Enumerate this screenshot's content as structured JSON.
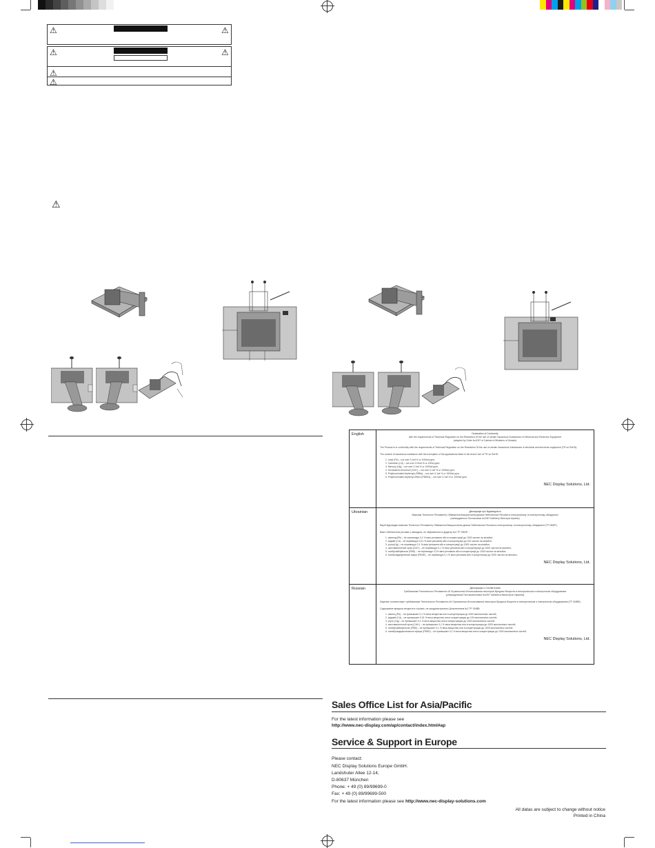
{
  "declaration": [
    {
      "language": "English",
      "title": "Declaration of Conformity",
      "subtitle": "with the requirements of Technical Regulation on the Restriction Of the use of certain Hazardous Substances in Electrical and Electronic Equipment",
      "subtitle2": "(adopted by Order №1057 of Cabinet of Ministers of Ukraine)",
      "para1": "The Product is in conformity with the requirements of Technical Regulation on the Restriction Of the use of certain Hazardous Substances in electrical and electronic equipment (TR on RoHS).",
      "para2": "The content of hazardous substance with the exemption of the applications listed in the Annex №2 of TR on RoHS:",
      "items": [
        "1.  Lead (Pb) – not over 0.1wt % or 1000wt ppm;",
        "2.  Cadmium (Cd) – not over 0.01wt % or 100wt ppm;",
        "3.  Mercury (Hg) – not over 0.1wt % or 1000wt ppm;",
        "4.  Hexavalent chromium (Cr6+) – not over 0.1wt % or 1000wt ppm;",
        "5.  Polybrominated biphenyls (PBBs) – not over 0.1wt % or 1000wt ppm;",
        "6.  Polybrominated diphenyl ethers (PBDEs) – not over 0.1wt % or 1000wt ppm."
      ],
      "signature": "NEC Display Solutions, Ltd."
    },
    {
      "language": "Ukrainian",
      "title": "Декларація про Відповідність",
      "subtitle": "Вимогам Технічного Регламенту Обмеження Використання деяких Небезпечних Речовин в електричному та електронному обладнанні",
      "subtitle2": "(затвердженого Постановою №1057 Кабінету Міністрів України)",
      "para1": "Виріб відповідає вимогам Технічного Регламенту Обмеження Використання деяких Небезпечних Речовин в електричному та електронному обладнанні (ТР ОВНР).",
      "para2": "Вміст небезпечних речовин у випадках, не обумовлених в Додатку №2 ТР ОВНР, :",
      "items": [
        "1. свинець(Pb) – не перевищує 0,1 % ваги речовини або в концентрації до 1000 частин на мільйон;",
        "2. кадмій (Cd) – не перевищує 0,01 % ваги речовини або в концентрації до 100 частин на мільйон;",
        "3. ртуть(Hg) – не перевищує 0,1 % ваги речовини або в концентрації до 1000 частин на мільйон;",
        "4. шестивалентний хром (Cr6+) – не перевищує 0,1 % ваги речовини або в концентрації до 1000 частин на мільйон;",
        "5. полібромбіфеноли (PBB) – не перевищує 0,1% ваги речовини або в концентрації до 1000 частин на мільйон;",
        "6. полібромдифенілові ефіри (PBDE) – не перевищує 0,1 % ваги речовини або в концентрації до 1000 частин на мільйон."
      ],
      "signature": "NEC Display Solutions, Ltd."
    },
    {
      "language": "Russian",
      "title": "Декларация о Соответствии",
      "subtitle": "Требованиям Технического Регламента об Ограничении Использования некоторых Вредных Веществ в электрическом и электронном оборудовании",
      "subtitle2": "(утвержденным Постановлением №1057 Кабинета Министров Украины)",
      "para1": "Изделие соответствует требованиям Технического Регламента об Ограничении Использования некоторых Вредных Веществ в электрическом и электронном оборудовании (ТР ОИВВ).",
      "para2": "Содержание вредных веществ в случаях, не предусмотренных Дополнением №2 ТР ОИВВ:",
      "items": [
        "1. свинец (Pb) – не превышает 0,1 % веса вещества или в концентрации до 1000 миллионных частей;",
        "2. кадмий (Cd) – не превышает 0,01 % веса вещества или в концентрации до 100 миллионных частей;",
        "3. ртуть (Hg) – не превышает 0,1 % веса вещества или в концентрации до 1000 миллионных частей;",
        "4. шестивалентный хром (Cr6+) – не превышает 0,1 % веса вещества или в концентрации до 1000 миллионных частей;",
        "5. полибромбифенолы (PBB) – не превышает 0,1 % веса вещества или в концентрации до 1000 миллионных частей;",
        "6. полибромдифенильные эфиры (PBDE) – не превышает 0,1 % веса вещества или в концентрации до 1000 миллионных частей."
      ],
      "signature": "NEC Display Solutions, Ltd."
    }
  ],
  "sales": {
    "heading": "Sales Office List for Asia/Pacific",
    "line1": "For the latest information please see",
    "url": "http://www.nec-display.com/ap/contact/index.html#ap"
  },
  "support": {
    "heading": "Service & Support in Europe",
    "contact_label": "Please contact:",
    "company": "NEC Display Solutions Europe GmbH.",
    "street": "Landshuter Allee 12-14,",
    "city": "D-80637 München",
    "phone": "Phone:  + 49 (0) 89/99699-0",
    "fax": "Fax:     + 49 (0) 89/99699-500",
    "latest_prefix": "For the latest information please see",
    "latest_url": "http://www.nec-display-solutions.com"
  },
  "footer": {
    "disclaimer": "All datas are subject to change without notice",
    "printed": "Printed in China"
  },
  "colors": {
    "gray_bar": [
      "#111111",
      "#2b2b2b",
      "#444444",
      "#5e5e5e",
      "#777777",
      "#919191",
      "#aaaaaa",
      "#c4c4c4",
      "#dddddd",
      "#f2f2f2"
    ],
    "color_bar": [
      "#ffe600",
      "#e4007f",
      "#00a0e9",
      "#1b1b1b",
      "#ffe600",
      "#e4007f",
      "#00a0e9",
      "#8fc31f",
      "#e60012",
      "#1d2088",
      "#ffffff",
      "#f5b2c8",
      "#8ed1f2",
      "#c8c8c8"
    ]
  }
}
